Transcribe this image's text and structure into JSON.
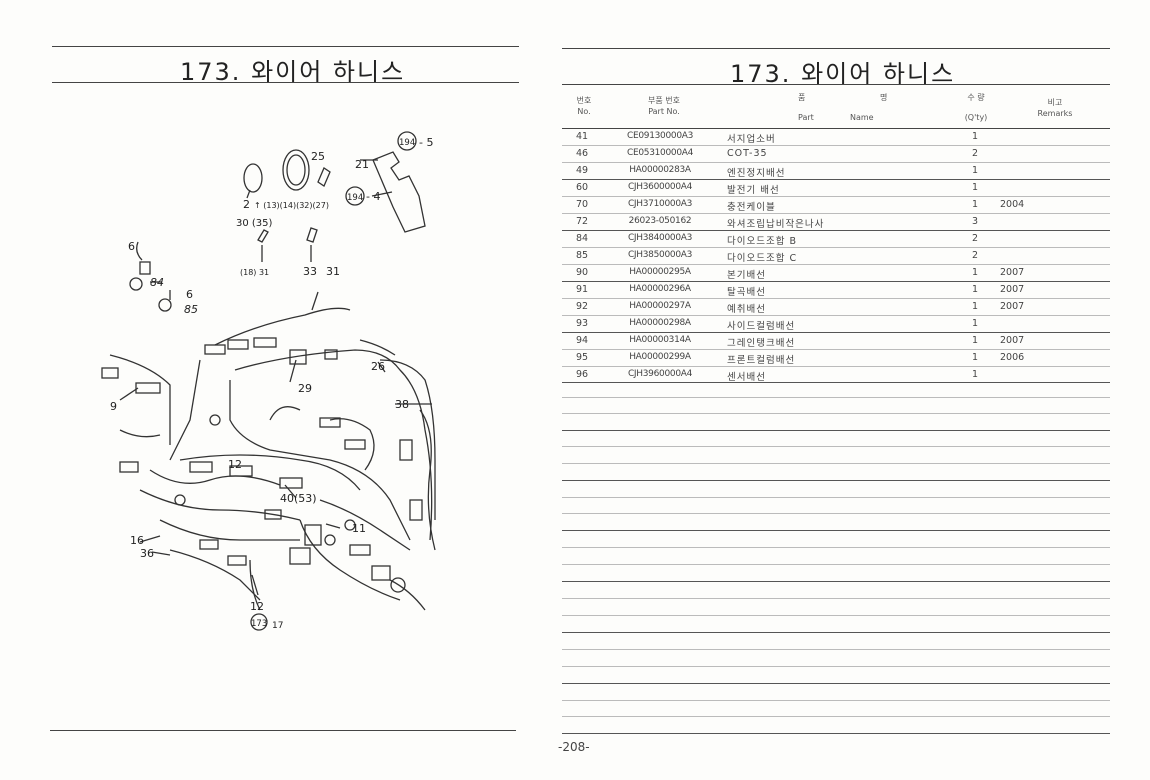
{
  "left": {
    "title": "173. 와이어 하니스",
    "callouts": {
      "c2": "2",
      "c25": "25",
      "c21": "21",
      "c194a": "194",
      "c5": "- 5",
      "c194b": "194",
      "c4": "- 4",
      "c27": "↑ (13)(14)(32)(27)",
      "c30": "30 (35)",
      "c6a": "6",
      "c84": "84",
      "c6b": "6",
      "c85": "85",
      "c18": "(18) 31",
      "c33": "33",
      "c31": "31",
      "c26": "26",
      "c29": "29",
      "c9": "9",
      "c38": "38",
      "c12a": "12",
      "c40": "40(53)",
      "c11": "11",
      "c16": "16",
      "c36": "36",
      "c12b": "12",
      "c173": "173",
      "c17": "17"
    }
  },
  "right": {
    "title": "173. 와이어 하니스",
    "headers": {
      "no_ko": "번호",
      "no_en": "No.",
      "part_ko": "부품 번호",
      "part_en": "Part No.",
      "name_ko1": "품",
      "name_ko2": "명",
      "name_en1": "Part",
      "name_en2": "Name",
      "qty_ko": "수 량",
      "qty_en": "(Q'ty)",
      "rem_ko": "비고",
      "rem_en": "Remarks"
    },
    "rows": [
      {
        "no": "41",
        "part": "CE09130000A3",
        "name": "서지업소버",
        "qty": "1",
        "rem": ""
      },
      {
        "no": "46",
        "part": "CE05310000A4",
        "name": "COT-35",
        "qty": "2",
        "rem": ""
      },
      {
        "no": "49",
        "part": "HA00000283A",
        "name": "엔진정지배선",
        "qty": "1",
        "rem": ""
      },
      {
        "no": "60",
        "part": "CJH3600000A4",
        "name": "발전기 배선",
        "qty": "1",
        "rem": ""
      },
      {
        "no": "70",
        "part": "CJH3710000A3",
        "name": "충전케이블",
        "qty": "1",
        "rem": "2004"
      },
      {
        "no": "72",
        "part": "26023-050162",
        "name": "와셔조립납비작은나사",
        "qty": "3",
        "rem": ""
      },
      {
        "no": "84",
        "part": "CJH3840000A3",
        "name": "다이오드조합 B",
        "qty": "2",
        "rem": ""
      },
      {
        "no": "85",
        "part": "CJH3850000A3",
        "name": "다이오드조합 C",
        "qty": "2",
        "rem": ""
      },
      {
        "no": "90",
        "part": "HA00000295A",
        "name": "본기배선",
        "qty": "1",
        "rem": "2007"
      },
      {
        "no": "91",
        "part": "HA00000296A",
        "name": "탈곡배선",
        "qty": "1",
        "rem": "2007"
      },
      {
        "no": "92",
        "part": "HA00000297A",
        "name": "예취배선",
        "qty": "1",
        "rem": "2007"
      },
      {
        "no": "93",
        "part": "HA00000298A",
        "name": "사이드컬럼배선",
        "qty": "1",
        "rem": ""
      },
      {
        "no": "94",
        "part": "HA00000314A",
        "name": "그레인탱크배선",
        "qty": "1",
        "rem": "2007"
      },
      {
        "no": "95",
        "part": "HA00000299A",
        "name": "프론트컬럼배선",
        "qty": "1",
        "rem": "2006"
      },
      {
        "no": "96",
        "part": "CJH3960000A4",
        "name": "센서배선",
        "qty": "1",
        "rem": ""
      }
    ],
    "page_number": "-208-"
  }
}
